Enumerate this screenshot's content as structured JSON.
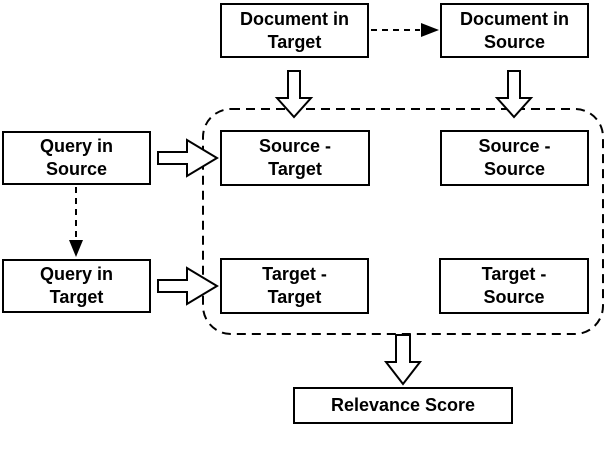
{
  "diagram": {
    "title": "Cross-lingual query-document matching diagram",
    "background_color": "#ffffff",
    "stroke_color": "#000000",
    "nodes": {
      "doc_target": {
        "label": "Document in\nTarget"
      },
      "doc_source": {
        "label": "Document in\nSource"
      },
      "query_source": {
        "label": "Query in\nSource"
      },
      "query_target": {
        "label": "Query in\nTarget"
      },
      "source_target": {
        "label": "Source -\nTarget"
      },
      "source_source": {
        "label": "Source -\nSource"
      },
      "target_target": {
        "label": "Target -\nTarget"
      },
      "target_source": {
        "label": "Target -\nSource"
      },
      "relevance_score": {
        "label": "Relevance Score"
      }
    },
    "group": {
      "members": [
        "source_target",
        "source_source",
        "target_target",
        "target_source"
      ],
      "border_style": "dashed-rounded"
    },
    "edges": [
      {
        "id": "doc-target-to-doc-source",
        "from": "doc_target",
        "to": "doc_source",
        "type": "dashed-line-filled-arrowhead"
      },
      {
        "id": "query-source-to-query-target",
        "from": "query_source",
        "to": "query_target",
        "type": "dashed-line-filled-arrowhead"
      },
      {
        "id": "doc-target-into-group",
        "from": "doc_target",
        "to": "group",
        "type": "hollow-block-arrow-down"
      },
      {
        "id": "doc-source-into-group",
        "from": "doc_source",
        "to": "group",
        "type": "hollow-block-arrow-down"
      },
      {
        "id": "query-source-into-group",
        "from": "query_source",
        "to": "group",
        "type": "hollow-block-arrow-right"
      },
      {
        "id": "query-target-into-group",
        "from": "query_target",
        "to": "group",
        "type": "hollow-block-arrow-right"
      },
      {
        "id": "group-to-relevance-score",
        "from": "group",
        "to": "relevance_score",
        "type": "hollow-block-arrow-down"
      }
    ]
  }
}
